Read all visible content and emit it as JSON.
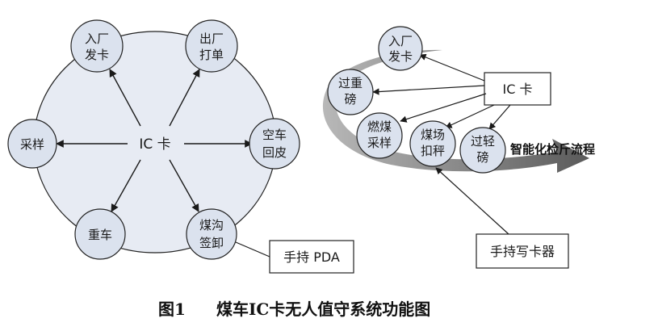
{
  "left_diagram": {
    "center_label": "IC 卡",
    "nodes": {
      "entry_card": [
        "入厂",
        "发卡"
      ],
      "exit_print": [
        "出厂",
        "打单"
      ],
      "sampling": [
        "采样"
      ],
      "empty_return": [
        "空车",
        "回皮"
      ],
      "heavy_truck": [
        "重车"
      ],
      "trench_unload": [
        "煤沟",
        "签卸"
      ]
    },
    "pda_label": "手持 PDA"
  },
  "right_diagram": {
    "card_label": "IC 卡",
    "flow_label": "智能化检斤流程",
    "nodes": {
      "entry_card": [
        "入厂",
        "发卡"
      ],
      "heavy_weigh": [
        "过重",
        "磅"
      ],
      "fuel_sample": [
        "燃煤",
        "采样"
      ],
      "yard_deduct": [
        "煤场",
        "扣秤"
      ],
      "light_weigh": [
        "过轻",
        "磅"
      ]
    },
    "writer_label": "手持写卡器"
  },
  "caption": {
    "figure_no": "图1",
    "title": "煤车IC卡无人值守系统功能图"
  },
  "colors": {
    "node_fill": "#dbe2ee",
    "hexagon_fill": "#e7ebf3",
    "flow_arrow": "#7f7f7f",
    "line": "#1a1a1a"
  }
}
